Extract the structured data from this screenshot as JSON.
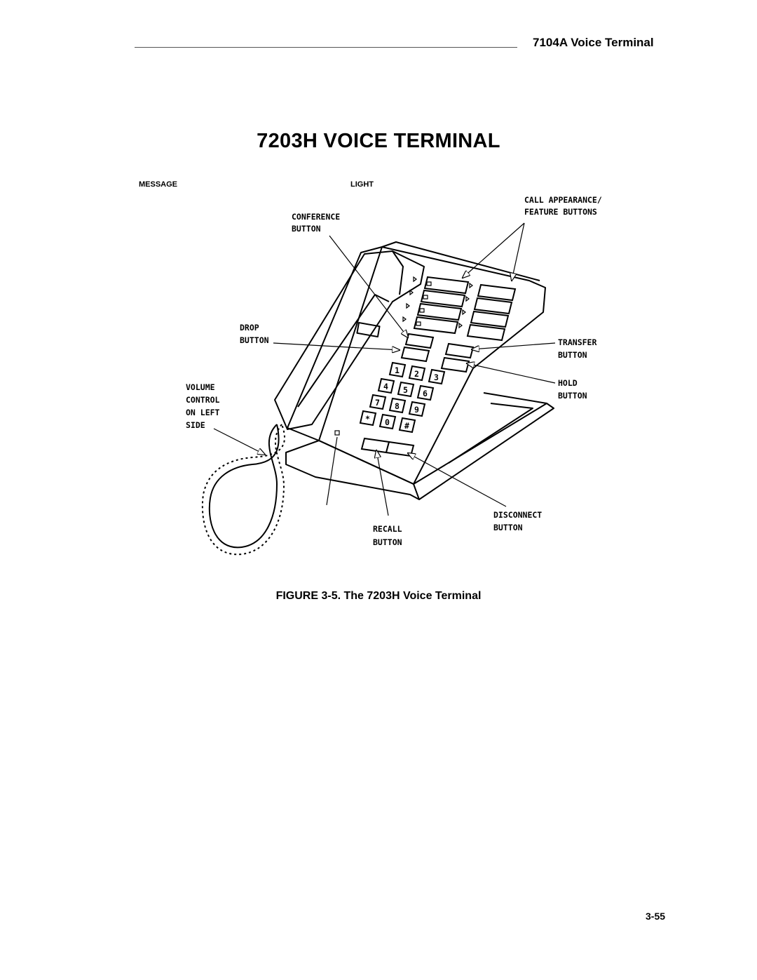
{
  "header": {
    "section_title": "7104A Voice Terminal"
  },
  "page": {
    "title": "7203H VOICE TERMINAL",
    "subhead_left": "MESSAGE",
    "subhead_right": "LIGHT"
  },
  "figure": {
    "labels": {
      "call_appearance_1": "CALL APPEARANCE/",
      "call_appearance_2": "FEATURE BUTTONS",
      "conference_1": "CONFERENCE",
      "conference_2": "BUTTON",
      "drop_1": "DROP",
      "drop_2": "BUTTON",
      "transfer_1": "TRANSFER",
      "transfer_2": "BUTTON",
      "volume_1": "VOLUME",
      "volume_2": "CONTROL",
      "volume_3": "ON LEFT",
      "volume_4": "SIDE",
      "hold_1": "HOLD",
      "hold_2": "BUTTON",
      "disconnect_1": "DISCONNECT",
      "disconnect_2": "BUTTON",
      "recall_1": "RECALL",
      "recall_2": "BUTTON"
    },
    "keypad": [
      "1",
      "2",
      "3",
      "4",
      "5",
      "6",
      "7",
      "8",
      "9",
      "*",
      "0",
      "#"
    ],
    "caption": "FIGURE 3-5.  The 7203H Voice Terminal"
  },
  "footer": {
    "page_number": "3-55"
  }
}
